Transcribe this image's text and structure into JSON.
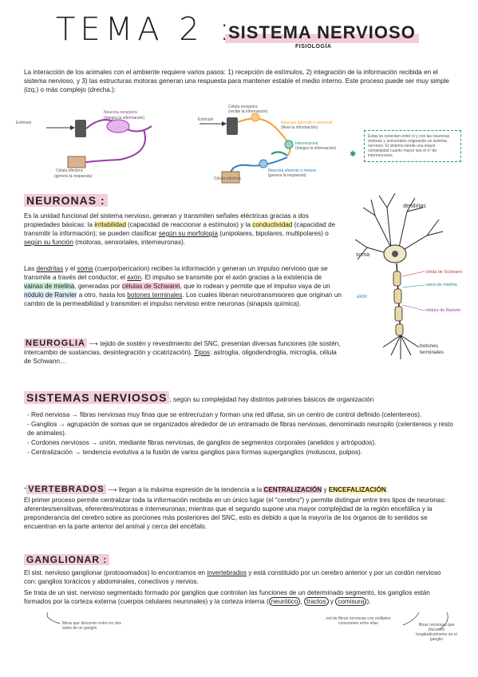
{
  "header": {
    "tema": "TEMA 2 :",
    "title": "SISTEMA NERVIOSO",
    "subtitle": "FISIOLOGÍA"
  },
  "intro": "La interacción de los animales con el ambiente requiere varios pasos: 1) recepción de estímulos, 2) integración de la información recibida en el sistema nervioso, y 3) las estructuras motoras generan una respuesta para mantener estable el medio interno. Este proceso puede ser muy simple (izq.) o más complejo (drecha.):",
  "diagram_simple": {
    "stimulus": "Estímulo",
    "receptor": "Neurona receptora",
    "receptor_sub": "(integra la información)",
    "effector": "Célula efectora",
    "effector_sub": "(genera la respuesta)"
  },
  "diagram_complex": {
    "stimulus": "Estímulo",
    "receptor": "Célula receptora",
    "receptor_sub": "(recibe la información)",
    "afferent": "Neurona aferente o sensorial",
    "afferent_sub": "(lleva la información)",
    "inter": "Interneurona",
    "inter_sub": "(integra la información)",
    "efferent": "Neurona eferente o motora",
    "efferent_sub": "(genera la respuesta)",
    "effector": "Célula efectora"
  },
  "note_box": "Estas se conectan entre sí y con las neuronas motoras y sensoriales originando un sistema nervioso. El sistema tiende una mayor complejidad cuanto mayor sea el nº de interneuronas.",
  "neuronas": {
    "heading": "NEURONAS :",
    "p1_a": "Es la unidad funcional del sistema nervioso, generan y transmiten señales eléctricas gracias a dos propiedades básicas: la ",
    "p1_irr": "irritabilidad",
    "p1_b": " (capacidad de reaccionar a estímulos) y la ",
    "p1_cond": "conductividad",
    "p1_c": " (capacidad de transmitir la información); se pueden clasificar ",
    "p1_morf": "según su morfología",
    "p1_d": " (unipolares, bipolares, multipolares) o ",
    "p1_func": "según su función",
    "p1_e": " (motoras, sensoriales, interneuronas).",
    "p2_a": "Las ",
    "p2_dend": "dendritas",
    "p2_b": " y el ",
    "p2_soma": "soma",
    "p2_c": " (cuerpo/pericarion) reciben la información y generan un impulso nervioso que se transmite a través del conductor, el ",
    "p2_axon": "axón",
    "p2_d": ". El impulso se transmite por el axón gracias a la existencia de ",
    "p2_vainas": "vainas de mielina",
    "p2_e": ", generadas por ",
    "p2_schw": "células de Schwann",
    "p2_f": ", que lo rodean y permite que el impulso vaya de un ",
    "p2_ranv": "nódulo de Ranvier",
    "p2_g": " a otro, hasta los ",
    "p2_bot": "botones terminales",
    "p2_h": ". Los cuales liberan neurotransmisores que originan un cambio de la permeabilidad y transmiten el impulso nervioso entre neuronas (sinapsis química)."
  },
  "neuron_labels": {
    "dendritas": "dendritas",
    "soma": "soma",
    "schwann": "célula de Schwann",
    "mielina": "vaina de mielina",
    "axon": "axón",
    "ranvier": "nódulo de Ranvier",
    "botones": "botones terminales"
  },
  "neuroglia": {
    "heading": "NEUROGLIA",
    "text_a": " tejido de sostén y revestimiento del SNC, presentan diversas funciones (de sostén, intercambio de sustancias, desintegración y cicatrización). ",
    "tipos": "Tipos",
    "text_b": ": astroglia, oligodendroglia, microglia, célula de Schwann…"
  },
  "sistemas": {
    "heading": "SISTEMAS NERVIOSOS",
    "intro": "; según su complejidad hay distintos patrones básicos de organización",
    "items": [
      "- Red nerviosa → fibras nerviosas muy finas que se entrecruzan y forman una red difusa, sin un centro de control definido (celentereos).",
      "- Ganglios → agrupación de somas que se organizados alrededor de un entramado de fibras nerviosas, denominado neuropilo (celentereos y resto de animales).",
      "- Cordones nerviosos → unión, mediante fibras nerviosas, de ganglios de segmentos corporales (anelidos y artrópodos).",
      "- Centralización → tendencia evolutiva a la fusión de varios ganglios para formas superganglios (moluscos, pulpos)."
    ]
  },
  "vertebrados": {
    "heading": "VERTEBRADOS",
    "lead_a": " llegan a la máxima expresión de la tendencia a la ",
    "centr": "CENTRALIZACIÓN",
    "lead_b": " y ",
    "encef": "ENCEFALIZACIÓN",
    "lead_c": ".",
    "body": "El primer proceso permite centralizar toda la información recibida en un único lugar (el \"cerebro\") y permite distinguir entre tres tipos de neuronas: aferentes/sensitivas, eferentes/motoras e interneuronas; mientras que el segundo supone una mayor complejidad de la región encefálica y la preponderancia del cerebro sobre as porciones más posteriores del SNC, esto es debido a que la mayoría de los órganos de lo sentidos se encuentran en la parte anterior del animal y cerca del encéfalo."
  },
  "ganglionar": {
    "heading": "GANGLIONAR :",
    "p1_a": "El sist. nervioso ganglionar (protosomados) lo encontramos en ",
    "p1_inv": "invertebrados",
    "p1_b": " y está constituido por un cerebro anterior y por un cordón nervioso con: ganglios torácicos y abdominales, conectivos y nervios.",
    "p2_a": "Se trata de un sist. nervioso segmentado formado por ganglios que controlan las funciones de un determinado segmento, los ganglios están formados por la corteza externa (cuerpos celulares neuronales) y la corteza interna (",
    "p2_neu": "neurótico",
    "p2_b": ", ",
    "p2_tra": "tractos",
    "p2_c": " y ",
    "p2_com": "comisura",
    "p2_d": ").",
    "note1": "fibras que discurren entre los dos lados de un ganglio",
    "note2": "red de fibras nerviosas con múltiples conexiones entre ellas",
    "note3": "fibras nerviosas que discurren longitudinalmente en el ganglio"
  },
  "colors": {
    "pink": "#f3cdd8",
    "yellow": "#fff3a6",
    "green": "#c9ead4",
    "purple_neuron": "#9b3aa8",
    "orange": "#f0a23c",
    "teal": "#2a8f7a",
    "blue": "#2f7fc1"
  }
}
